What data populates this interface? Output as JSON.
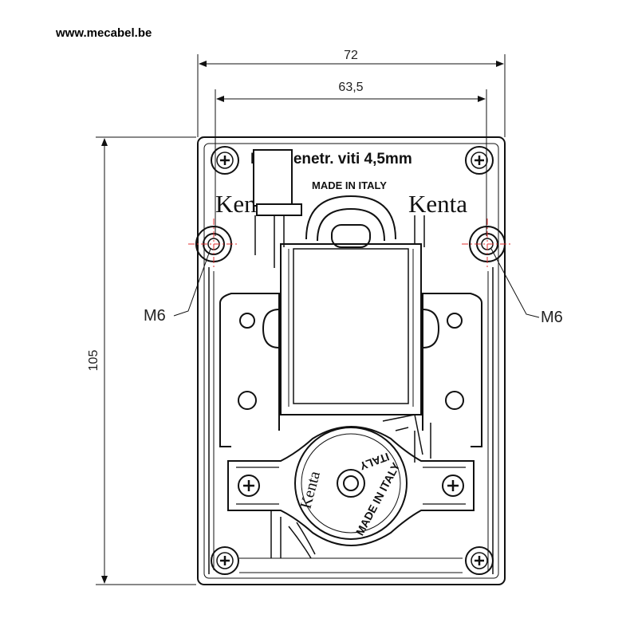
{
  "header": {
    "website": "www.mecabel.be"
  },
  "dimensions": {
    "overall_width": "72",
    "hole_spacing": "63,5",
    "overall_height": "105"
  },
  "callouts": {
    "left_hole": "M6",
    "right_hole": "M6"
  },
  "motor_markings": {
    "top_text": "Non penetr. viti 4,5mm",
    "made_in_top": "MADE IN ITALY",
    "brand_left": "Kenta",
    "brand_right": "Kenta",
    "rotor_brand": "Kenta",
    "rotor_made_in": "MADE IN ITALY",
    "rotor_italy_mirrored": "ITALY"
  },
  "colors": {
    "line": "#111111",
    "centerline": "#e03030",
    "background": "#ffffff"
  }
}
